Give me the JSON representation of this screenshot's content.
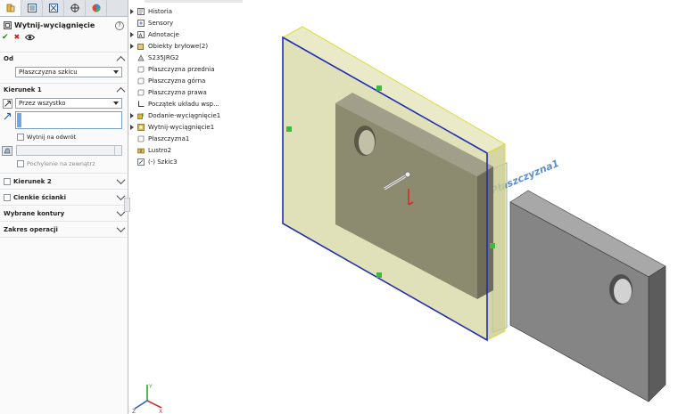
{
  "property_manager": {
    "feature_title": "Wytnij-wyciągnięcie",
    "help_label": "?",
    "ok_label": "✔",
    "cancel_label": "✖",
    "sections": {
      "from": {
        "label": "Od",
        "value": "Płaszczyzna szkicu"
      },
      "direction1": {
        "label": "Kierunek 1",
        "end_condition": "Przez wszystko",
        "flip_side": "Wytnij na odwrót",
        "draft_outward": "Pochylenie na zewnątrz"
      },
      "direction2": {
        "label": "Kierunek 2"
      },
      "thin": {
        "label": "Cienkie ścianki"
      },
      "contours": {
        "label": "Wybrane kontury"
      },
      "scope": {
        "label": "Zakres operacji"
      }
    }
  },
  "feature_tree": {
    "items": [
      {
        "label": "Historia",
        "arrow": true,
        "icon": "history-icon"
      },
      {
        "label": "Sensory",
        "arrow": false,
        "icon": "sensor-icon"
      },
      {
        "label": "Adnotacje",
        "arrow": true,
        "icon": "annotation-icon"
      },
      {
        "label": "Obiekty bryłowe(2)",
        "arrow": true,
        "icon": "solid-bodies-icon"
      },
      {
        "label": "S235JRG2",
        "arrow": false,
        "icon": "material-icon"
      },
      {
        "label": "Płaszczyzna przednia",
        "arrow": false,
        "icon": "plane-icon"
      },
      {
        "label": "Płaszczyzna górna",
        "arrow": false,
        "icon": "plane-icon"
      },
      {
        "label": "Płaszczyzna prawa",
        "arrow": false,
        "icon": "plane-icon"
      },
      {
        "label": "Początek układu wsp...",
        "arrow": false,
        "icon": "origin-icon"
      },
      {
        "label": "Dodanie-wyciągnięcie1",
        "arrow": true,
        "icon": "extrude-icon"
      },
      {
        "label": "Wytnij-wyciągnięcie1",
        "arrow": true,
        "icon": "cut-extrude-icon"
      },
      {
        "label": "Płaszczyzna1",
        "arrow": false,
        "icon": "plane-icon"
      },
      {
        "label": "Lustro2",
        "arrow": false,
        "icon": "mirror-icon"
      },
      {
        "label": "(-) Szkic3",
        "arrow": false,
        "icon": "sketch-icon"
      }
    ]
  },
  "viewport": {
    "plane_label": "Płaszczyzna1"
  },
  "colors": {
    "accent": "#1e5fb4",
    "ok": "#1a8c1a",
    "cancel": "#c41e1e",
    "plane_fill": "#d9d99a",
    "plane_edge": "#e8e84a",
    "selection": "#1f2fb3",
    "plane_text": "#5a8fd0"
  }
}
